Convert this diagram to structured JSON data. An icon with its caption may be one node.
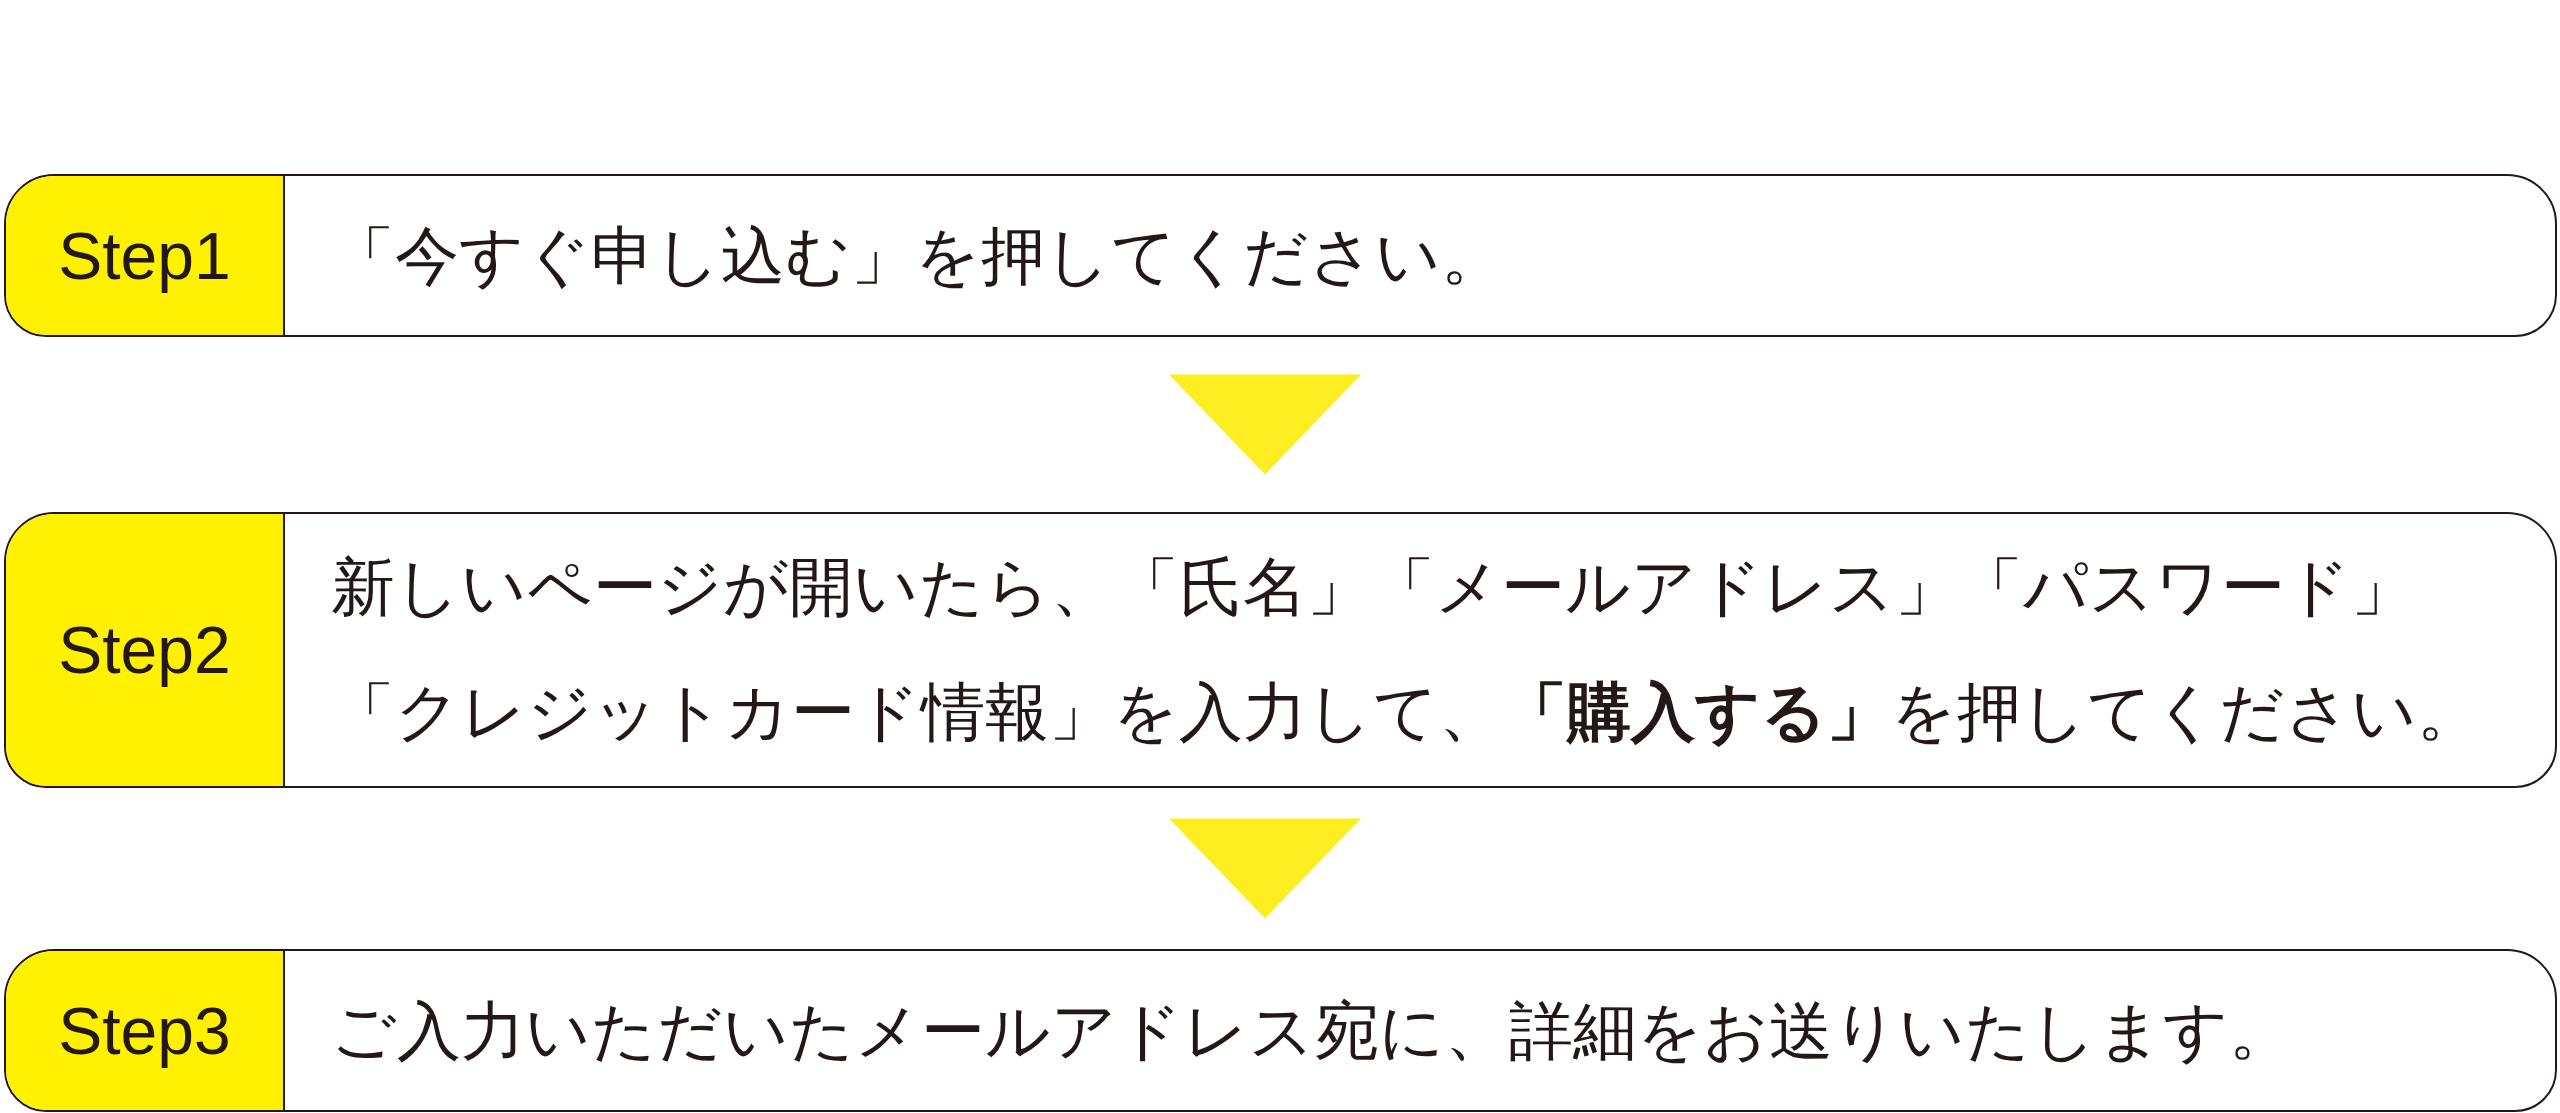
{
  "diagram": {
    "nodes": [
      {
        "text": [
          "Step1",
          "「今すぐ申し込む」を押してください。"
        ]
      },
      {
        "text": [
          "Step2",
          "新しいページが開いたら、「氏名」「メールアドレス」「パスワード」「クレジットカード情報」を入力して、**「購入する」**を押してください。"
        ]
      },
      {
        "text": [
          "Step3",
          "ご入力いただいたメールアドレス宛に、詳細をお送りいたします。"
        ]
      }
    ],
    "edges": [
      {
        "from": 0,
        "to": 1,
        "arrow": "to"
      },
      {
        "from": 1,
        "to": 2,
        "arrow": "to"
      }
    ]
  }
}
